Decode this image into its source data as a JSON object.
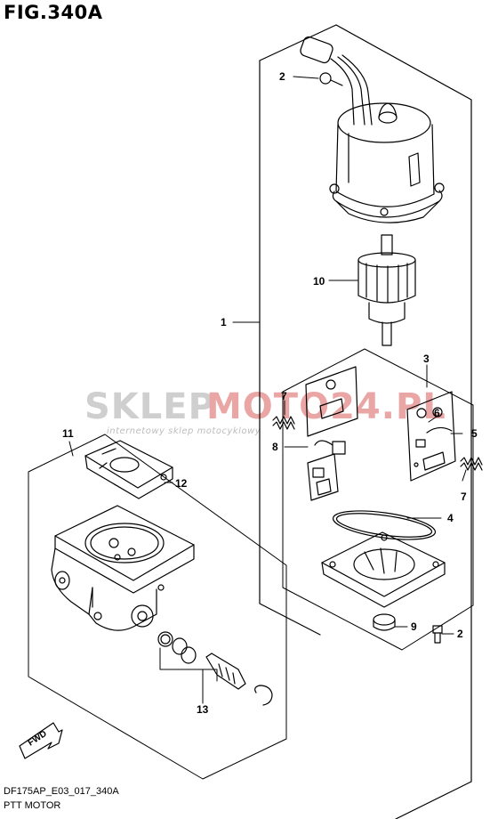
{
  "figure": {
    "title": "FIG.340A",
    "code": "DF175AP_E03_017_340A",
    "name": "PTT MOTOR"
  },
  "watermark": {
    "brand_part1": "SKLEP",
    "brand_part2": "MOTO24.PL",
    "tagline": "internetowy sklep motocyklowy",
    "colors": {
      "gray": "#c8c8c8",
      "red": "#e8a0a0"
    }
  },
  "badge": {
    "label": "FWD"
  },
  "callouts": {
    "c1": "1",
    "c2a": "2",
    "c2b": "2",
    "c3": "3",
    "c4": "4",
    "c5": "5",
    "c6": "6",
    "c7a": "7",
    "c7b": "7",
    "c8": "8",
    "c9": "9",
    "c10": "10",
    "c11": "11",
    "c12": "12",
    "c13": "13"
  }
}
